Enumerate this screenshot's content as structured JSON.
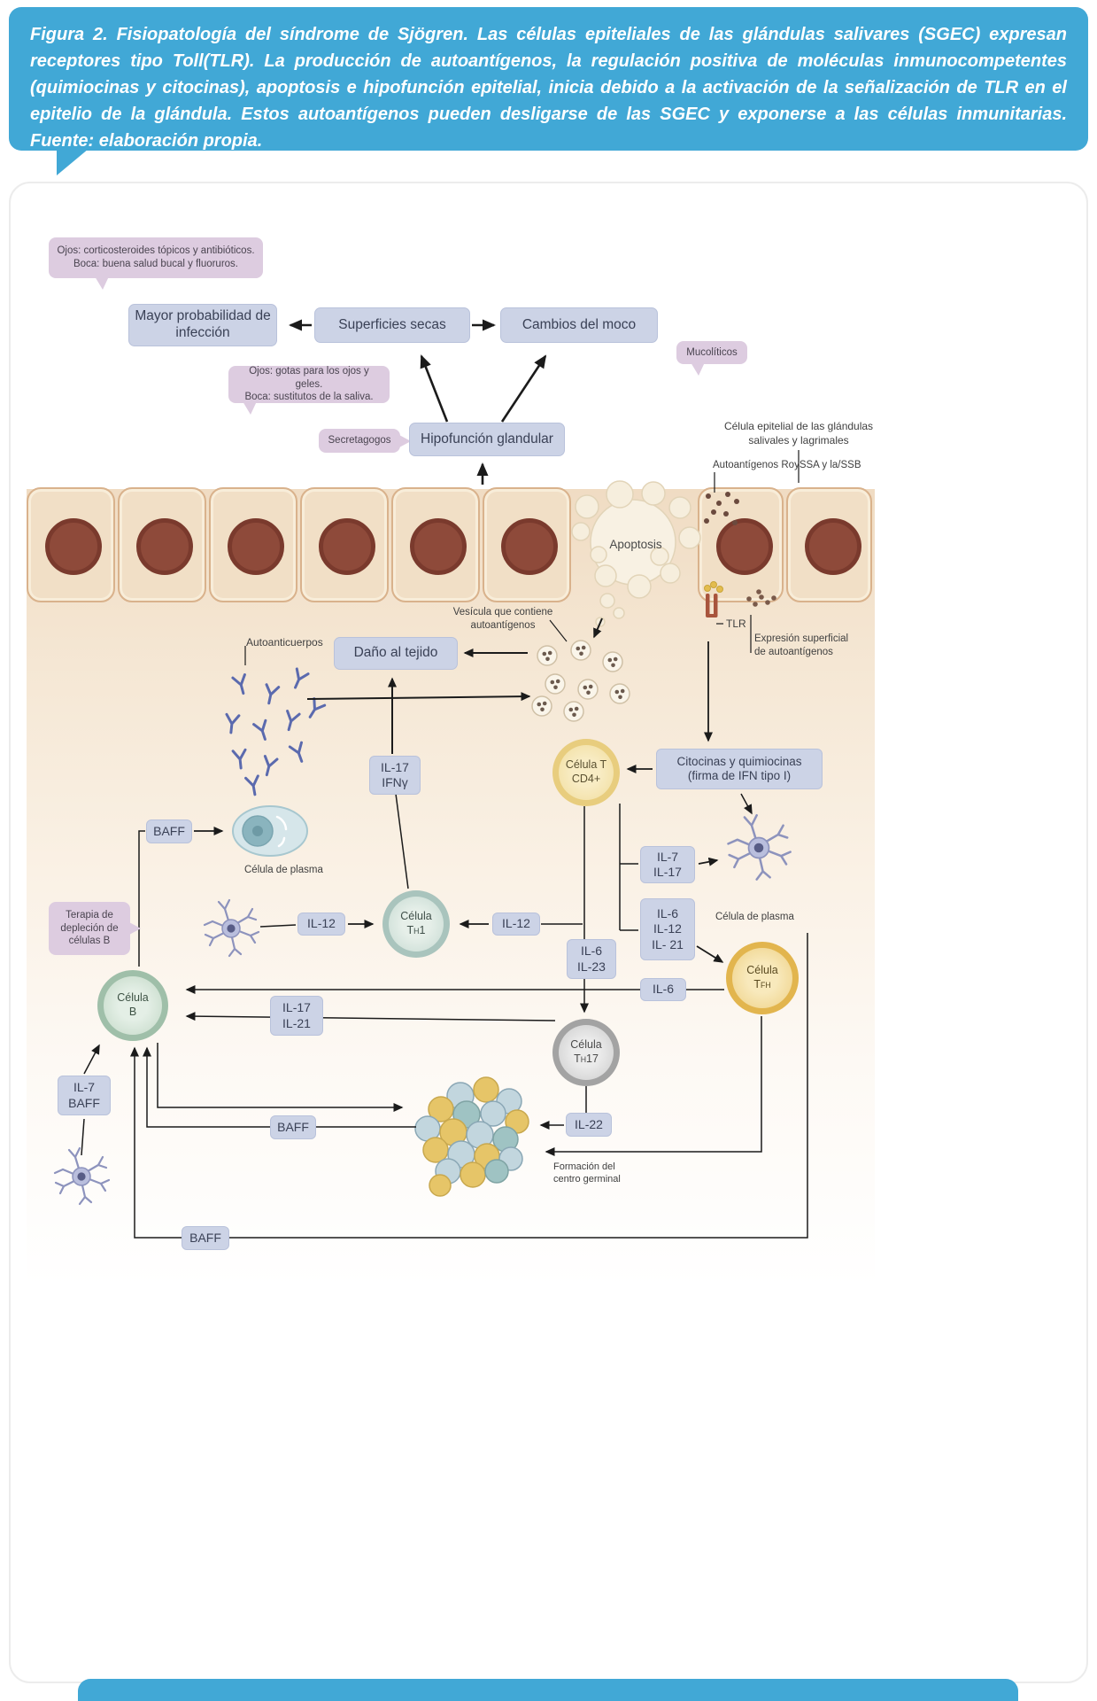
{
  "caption": "Figura 2. Fisiopatología del síndrome de Sjögren. Las células epiteliales de las glándulas salivares (SGEC) expresan receptores tipo Toll(TLR). La producción de autoantígenos, la regulación positiva de moléculas inmunocompetentes (quimiocinas y citocinas), apoptosis e hipofunción epitelial, inicia debido a la activación de la señalización de TLR en el epitelio de la glándula. Estos autoantígenos pueden desligarse de las SGEC y exponerse a las células inmunitarias. Fuente: elaboración propia.",
  "callouts": {
    "topical": {
      "line1": "Ojos: corticosteroides tópicos y antibióticos.",
      "line2": "Boca: buena salud bucal y fluoruros."
    },
    "substitutes": {
      "line1": "Ojos: gotas para los ojos y geles.",
      "line2": "Boca: sustitutos de la saliva."
    },
    "secretagogos": "Secretagogos",
    "mucoliticos": "Mucolíticos",
    "b_depletion": {
      "line1": "Terapia de",
      "line2": "depleción de",
      "line3": "células B"
    }
  },
  "boxes": {
    "infection": {
      "line1": "Mayor probabilidad de",
      "line2": "infección"
    },
    "dry_surfaces": "Superficies secas",
    "mucus_changes": "Cambios del moco",
    "gland_hypofunction": "Hipofunción glandular",
    "tissue_damage": "Daño al tejido",
    "cytokines": {
      "line1": "Citocinas y quimiocinas",
      "line2": "(firma de IFN tipo I)"
    },
    "il17_ifng": {
      "line1": "IL-17",
      "line2": "IFNγ"
    },
    "baff_plasma": "BAFF",
    "il12_left": "IL-12",
    "il12_right": "IL-12",
    "il7_il17": {
      "line1": "IL-7",
      "line2": "IL-17"
    },
    "il6_il12_il21": {
      "line1": "IL-6",
      "line2": "IL-12",
      "line3": "IL- 21"
    },
    "il6_il23": {
      "line1": "IL-6",
      "line2": "IL-23"
    },
    "il6": "IL-6",
    "il17_il21": {
      "line1": "IL-17",
      "line2": "IL-21"
    },
    "il7_baff": {
      "line1": "IL-7",
      "line2": "BAFF"
    },
    "baff_gc": "BAFF",
    "il22": "IL-22",
    "baff_bottom": "BAFF"
  },
  "labels": {
    "epithelial_cell": {
      "line1": "Célula epitelial de las glándulas",
      "line2": "salivales y lagrimales"
    },
    "autoantigens": "Autoantígenos RoySSA y la/SSB",
    "apoptosis": "Apoptosis",
    "vesicle": {
      "line1": "Vesícula que contiene",
      "line2": "autoantígenos"
    },
    "tlr": "TLR",
    "surface_expression": {
      "line1": "Expresión superficial",
      "line2": "de autoantígenos"
    },
    "autoantibodies": "Autoanticuerpos",
    "plasma_cell_left": "Célula de plasma",
    "plasma_cell_right": "Célula de plasma",
    "germinal_center": {
      "line1": "Formación del",
      "line2": "centro germinal"
    }
  },
  "cells": {
    "t_cd4": {
      "line1": "Célula T",
      "line2": "CD4+"
    },
    "th1": {
      "line1": "Célula",
      "main": "T",
      "sub": "H",
      "tail": "1"
    },
    "b": {
      "line1": "Célula",
      "line2": "B"
    },
    "th17": {
      "line1": "Célula",
      "main": "T",
      "sub": "H",
      "tail": "17"
    },
    "tfh": {
      "line1": "Célula",
      "main": "T",
      "sub": "FH",
      "tail": ""
    }
  },
  "icons": {
    "antibody": "Y-shape",
    "dendritic_cell": "spiky-cell",
    "plasma_cell": "oval-cell-with-nucleus",
    "vesicle": "circle-with-dots",
    "apoptosis": "bubble-cluster",
    "tlr_receptor": "membrane-receptor-prongs",
    "germinal_center": "overlapping-cell-cluster"
  },
  "colors": {
    "header_blue": "#41a8d6",
    "box_blue": "#ccd3e6",
    "callout_pink": "#ddcce0",
    "epithelium_tan": "#f1dfc6",
    "nucleus_brown": "#8e4a3a",
    "arrow_black": "#1b1b1b",
    "antibody_blue": "#5b6aae"
  }
}
